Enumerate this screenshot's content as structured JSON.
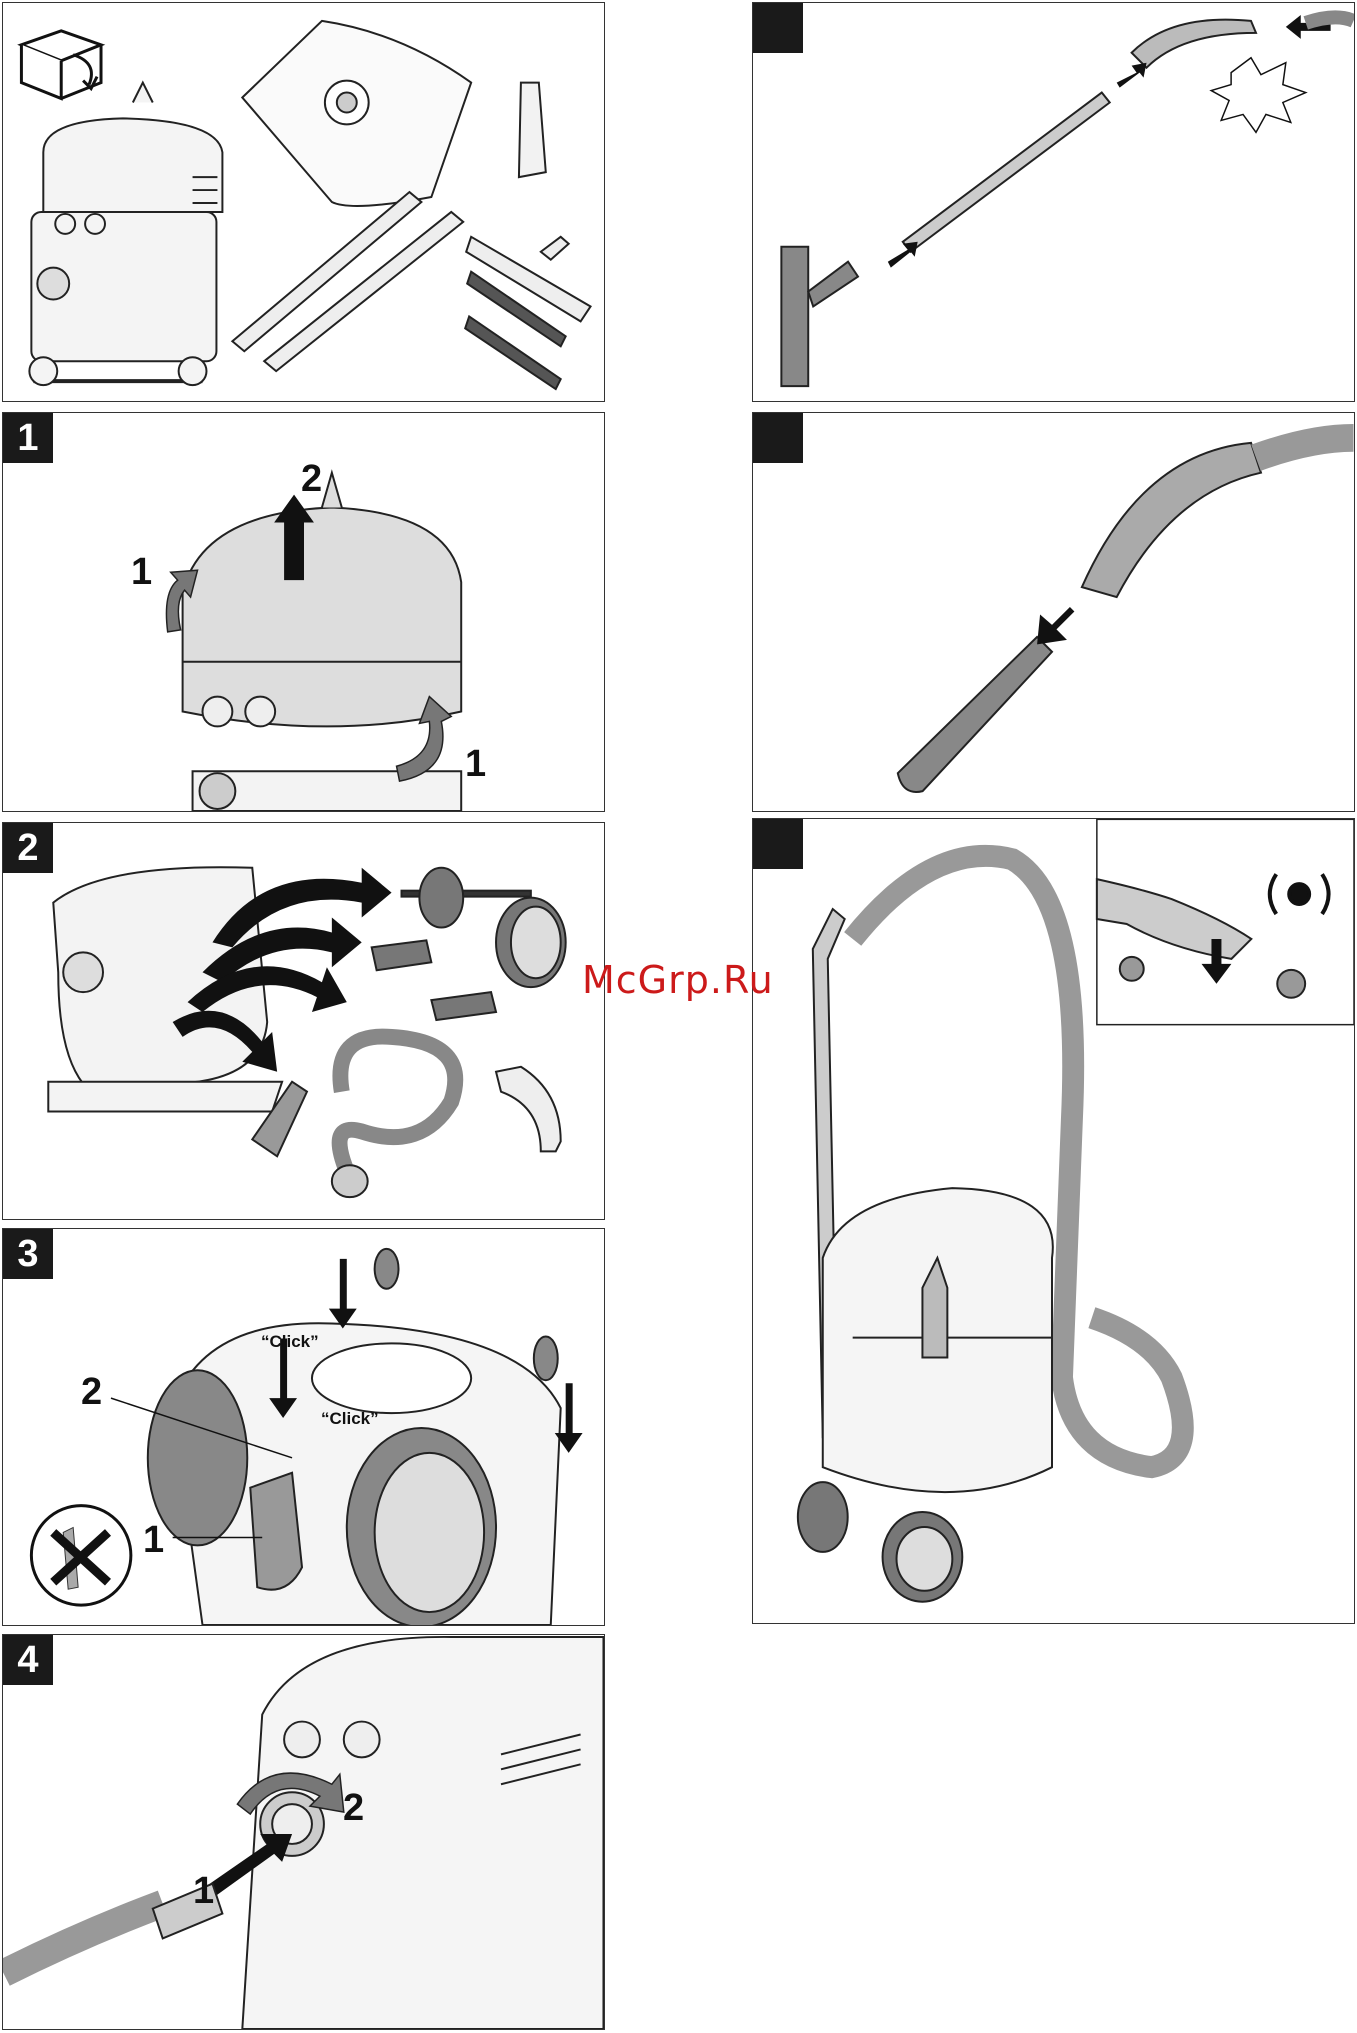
{
  "watermark": "McGrp.Ru",
  "panels": {
    "contents": {
      "step": ""
    },
    "p1": {
      "step": "1",
      "label_a": "1",
      "label_b": "2",
      "label_c": "1"
    },
    "p2": {
      "step": "2"
    },
    "p3": {
      "step": "3",
      "click_1": "“Click”",
      "click_2": "“Click”",
      "label_2": "2",
      "label_1": "1"
    },
    "p4": {
      "step": "4",
      "label_2": "2",
      "label_1": "1"
    },
    "r1": {
      "step": ""
    },
    "r2": {
      "step": ""
    },
    "r3": {
      "step": ""
    }
  }
}
